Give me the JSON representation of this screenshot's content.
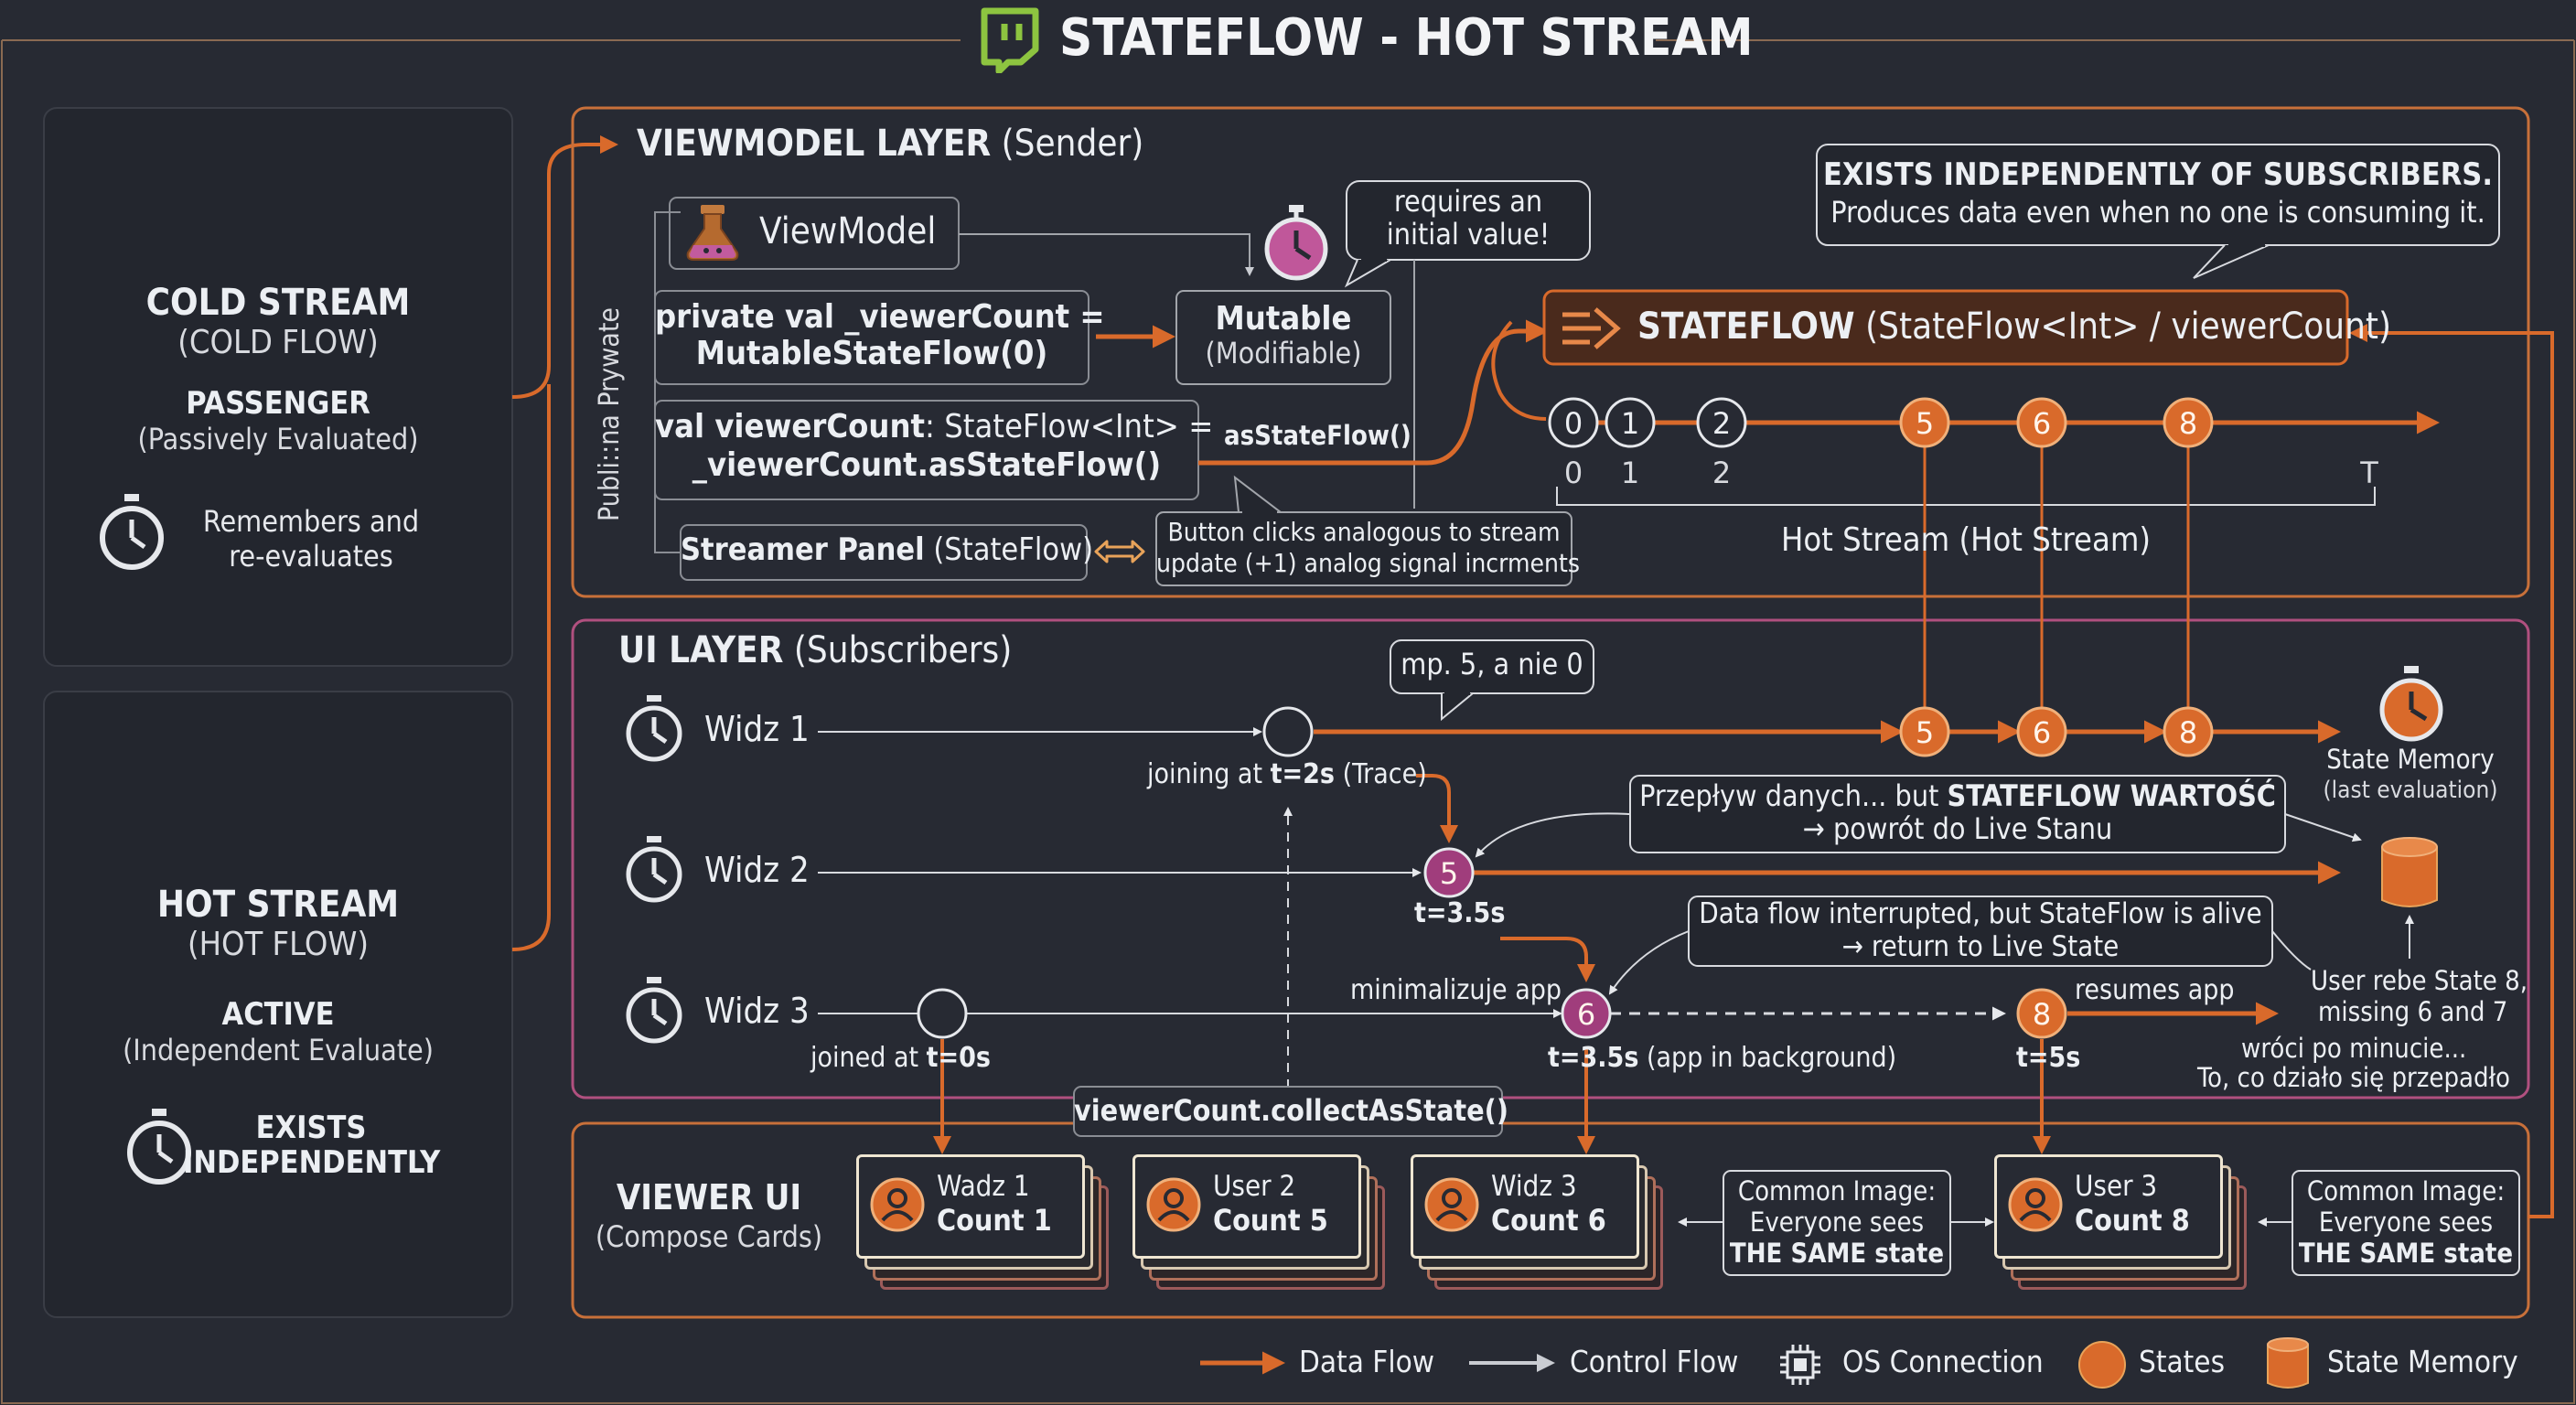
{
  "title": "STATEFLOW - HOT STREAM",
  "left": {
    "cold": {
      "title": "COLD STREAM",
      "subtitle": "(COLD FLOW)",
      "mode": "PASSENGER",
      "mode_desc": "(Passively Evaluated)",
      "note_line1": "Remembers and",
      "note_line2": "re-evaluates"
    },
    "hot": {
      "title": "HOT STREAM",
      "subtitle": "(HOT FLOW)",
      "mode": "ACTIVE",
      "mode_desc": "(Independent Evaluate)",
      "note_line1": "EXISTS",
      "note_line2": "INDEPENDENTLY"
    }
  },
  "viewmodel": {
    "title": "VIEWMODEL LAYER",
    "title_sub": "(Sender)",
    "side_label": "Publi::na Prywate",
    "viewmodel_label": "ViewModel",
    "private_line1": "private val _viewerCount =",
    "private_line2": "MutableStateFlow(0)",
    "public_line1_key": "val viewerCount",
    "public_line1_rest": ": StateFlow<Int> =",
    "public_line2": "_viewerCount.asStateFlow()",
    "as_state_flow": "asStateFlow()",
    "mutable_title": "Mutable",
    "mutable_sub": "(Modifiable)",
    "initial_line1": "requires an",
    "initial_line2": "initial value!",
    "streamer_bold": "Streamer Panel",
    "streamer_rest": "(StateFlow)",
    "button_note_line1": "Button clicks analogous to stream",
    "button_note_line2": "update (+1) analog signal incrments",
    "exists_line1": "EXISTS INDEPENDENTLY OF SUBSCRIBERS.",
    "exists_line2": "Produces data even when no one is consuming it.",
    "stateflow_bold": "STATEFLOW",
    "stateflow_rest": "(StateFlow<Int> / viewerCount)",
    "hot_stream_label": "Hot Stream (Hot Stream)"
  },
  "ui": {
    "title": "UI LAYER",
    "title_sub": "(Subscribers)",
    "viewers": [
      "Widz 1",
      "Widz 2",
      "Widz 3"
    ],
    "note_mp": "mp. 5, a nie 0",
    "joining_t2_pre": "joining at ",
    "joining_t2_key": "t=2s",
    "joining_t2_post": "(Trace)",
    "t35": "t=3.5s",
    "przeplyw_line1_pre": "Przepływ danych... but ",
    "przeplyw_line1_key": "STATEFLOW WARTOŚĆ",
    "przeplyw_line2": "→ powrót do Live Stanu",
    "interrupted_line1": "Data flow interrupted, but StateFlow is alive",
    "interrupted_line2": "→ return to Live State",
    "minimalizuje": "minimalizuje app",
    "resumes": "resumes app",
    "joined_t0_pre": "joined at ",
    "joined_t0_key": "t=0s",
    "t35_bg_key": "t=3.5s",
    "t35_bg_rest": "(app in background)",
    "t5": "t=5s",
    "state_memory_line1": "State Memory",
    "state_memory_line2": "(last evaluation)",
    "user_rebe_line1": "User rebe State 8,",
    "user_rebe_line2": "missing 6 and 7",
    "wroci_line1": "wróci po minucie...",
    "wroci_line2": "To, co działo się przepadło"
  },
  "viewer_ui": {
    "title": "VIEWER UI",
    "subtitle": "(Compose Cards)",
    "collect": "viewerCount.collectAsState()",
    "cards": [
      {
        "name": "Wadz 1",
        "count_label": "Count 1"
      },
      {
        "name": "User 2",
        "count_label": "Count 5"
      },
      {
        "name": "Widz 3",
        "count_label": "Count 6"
      },
      {
        "name": "User 3",
        "count_label": "Count 8"
      }
    ],
    "common": {
      "line1": "Common Image:",
      "line2": "Everyone sees",
      "line3": "THE SAME state"
    }
  },
  "legend": {
    "data_flow": "Data Flow",
    "control_flow": "Control Flow",
    "os_connection": "OS Connection",
    "states": "States",
    "state_memory": "State Memory"
  },
  "colors": {
    "background": "#272a33",
    "accent_orange": "#d96a2b",
    "accent_pink": "#c0579a",
    "viewmodel_border": "#c8703a",
    "ui_border": "#b0507f",
    "twitch_green": "#8dc440"
  },
  "chart_data": {
    "type": "timeline",
    "axis_ticks": [
      "0",
      "1",
      "2",
      "T"
    ],
    "hot_stream_emissions": [
      "0",
      "1",
      "2",
      "5",
      "6",
      "8"
    ],
    "widz1_received": [
      "5",
      "6",
      "8"
    ],
    "widz2_received": [
      "5"
    ],
    "widz3_received": [
      "6",
      "8"
    ]
  }
}
